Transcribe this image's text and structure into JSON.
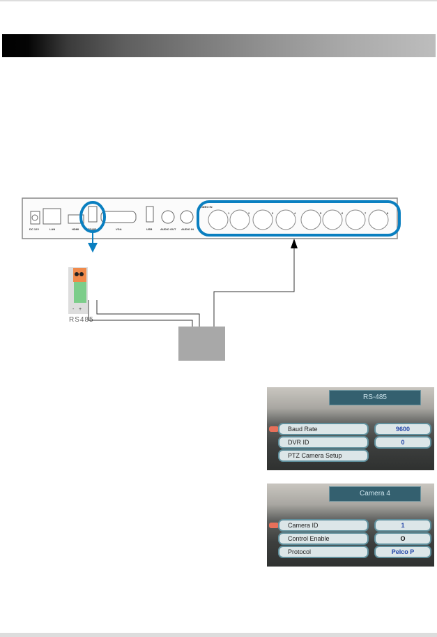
{
  "panel_labels": {
    "dc": "DC 12V",
    "lan": "LAN",
    "hdmi": "HDMI",
    "rs485": "RS485",
    "vga": "VGA",
    "usb": "USB",
    "audio_out": "AUDIO OUT",
    "audio_in": "AUDIO IN",
    "video_in": "VIDEO IN",
    "channels": [
      "1",
      "2",
      "3",
      "4",
      "5",
      "6",
      "7",
      "8"
    ]
  },
  "terminal": {
    "minus": "-",
    "plus": "+",
    "label": "RS485"
  },
  "osd1": {
    "title": "RS-485",
    "rows": [
      {
        "label": "Baud Rate",
        "value": "9600"
      },
      {
        "label": "DVR ID",
        "value": "0"
      },
      {
        "label": "PTZ Camera Setup"
      }
    ]
  },
  "osd2": {
    "title": "Camera 4",
    "rows": [
      {
        "label": "Camera ID",
        "value": "1"
      },
      {
        "label": "Control Enable",
        "value": "O"
      },
      {
        "label": "Protocol",
        "value": "Pelco P"
      }
    ]
  },
  "colors": {
    "highlight": "#0a7fc0",
    "header_start": "#000000",
    "header_end": "#bdbdbd"
  }
}
